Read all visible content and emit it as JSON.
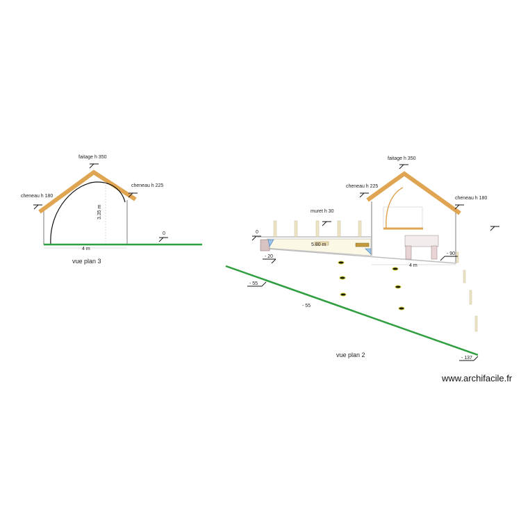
{
  "colors": {
    "roof": "#E0A552",
    "ground": "#2E9E3E",
    "wall": "#BDBDBD",
    "arc": "#111111"
  },
  "plan3": {
    "title": "vue  plan 3",
    "faitage": "faitage  h 350",
    "cheneau_left": "cheneau h 180",
    "cheneau_right": "cheneau h 225",
    "height_dim": "3.35 m",
    "width_dim": "4 m",
    "level_zero": "0"
  },
  "plan2": {
    "title": "vue plan 2",
    "faitage": "faitage  h 350",
    "cheneau_left": "cheneau h 225",
    "cheneau_right": "cheneau h 180",
    "muret": "muret h 30",
    "level_zero": "0",
    "level_minus20": "- 20",
    "level_minus90": "- 90",
    "level_minus55_a": "- 55",
    "level_minus55_b": "- 55",
    "level_minus137": "- 137",
    "span_dim": "5.80 m",
    "width_dim": "4 m"
  },
  "watermark": "www.archifacile.fr"
}
